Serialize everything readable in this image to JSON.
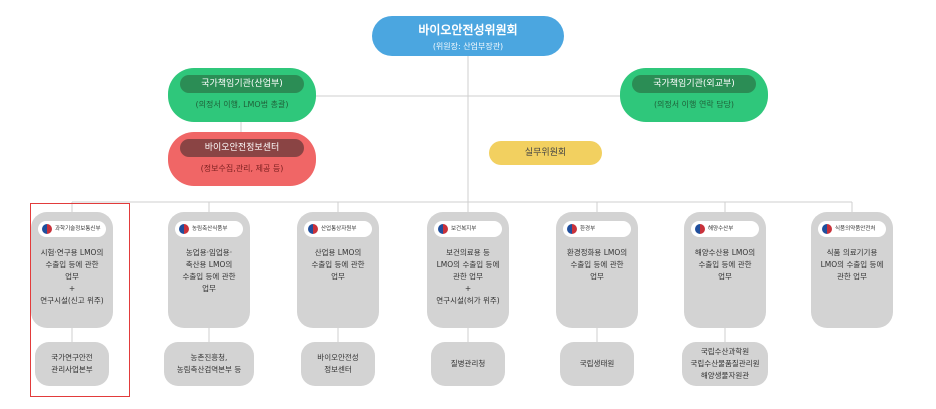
{
  "top": {
    "title": "바이오안전성위원회",
    "subtitle": "(위원장: 산업부장관)"
  },
  "left_agency": {
    "title": "국가책임기관(산업부)",
    "subtitle": "(의정서 이행, LMO법 총괄)"
  },
  "right_agency": {
    "title": "국가책임기관(외교부)",
    "subtitle": "(의정서 이행 연락 담당)"
  },
  "info_center": {
    "title": "바이오안전정보센터",
    "subtitle": "(정보수집,관리, 제공 등)"
  },
  "working_committee": {
    "label": "실무위원회"
  },
  "ministries": [
    {
      "logo": "과학기술정보통신부",
      "lines": [
        "시험·연구용 LMO의",
        "수출입 등에 관한",
        "업무",
        "+",
        "연구시설(신고 위주)"
      ],
      "sub": [
        "국가연구안전",
        "관리사업본부"
      ]
    },
    {
      "logo": "농림축산식품부",
      "lines": [
        "농업용·임업용·",
        "축산용 LMO의",
        "수출입 등에 관한",
        "업무"
      ],
      "sub": [
        "농촌진흥청,",
        "농림축산검역본부 등"
      ]
    },
    {
      "logo": "산업통상자원부",
      "lines": [
        "산업용 LMO의",
        "수출입 등에 관한",
        "업무"
      ],
      "sub": [
        "바이오안전성",
        "정보센터"
      ]
    },
    {
      "logo": "보건복지부",
      "lines": [
        "보건의료용 등",
        "LMO의 수출입 등에",
        "관한 업무",
        "+",
        "연구시설(허가 위주)"
      ],
      "sub": [
        "질병관리청"
      ]
    },
    {
      "logo": "환경부",
      "lines": [
        "환경정화용 LMO의",
        "수출입 등에 관한",
        "업무"
      ],
      "sub": [
        "국립생태원"
      ]
    },
    {
      "logo": "해양수산부",
      "lines": [
        "해양수산용 LMO의",
        "수출입 등에 관한",
        "업무"
      ],
      "sub": [
        "국립수산과학원",
        "국립수산물품질관리원",
        "해양생물자원관"
      ]
    },
    {
      "logo": "식품의약품안전처",
      "lines": [
        "식품 의료기기용",
        "LMO의 수출입 등에",
        "관한 업무"
      ],
      "sub": []
    }
  ],
  "colors": {
    "top": "#4ba6e0",
    "green": "#2fc77b",
    "red": "#f06666",
    "yellow": "#f2d060",
    "card": "#d3d3d3",
    "highlight": "#e23b3b"
  }
}
